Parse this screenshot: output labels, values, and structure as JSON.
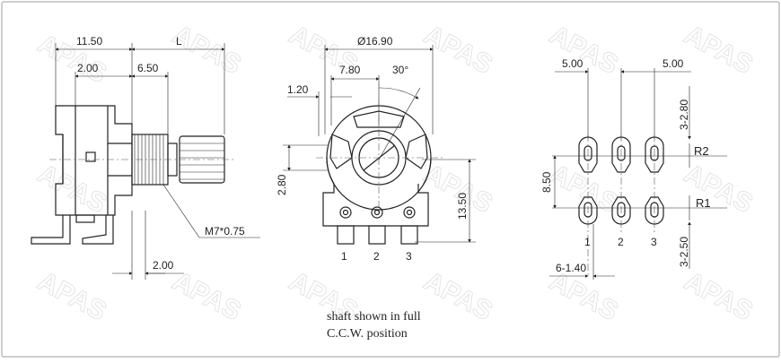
{
  "watermark": "APAS",
  "side_view": {
    "dim_total": "11.50",
    "dim_shaft": "L",
    "dim_left": "2.00",
    "dim_mid": "6.50",
    "thread_label": "M7*0.75",
    "dim_bottom": "2.00"
  },
  "front_view": {
    "dim_diameter": "Ø16.90",
    "dim_offset": "7.80",
    "dim_angle": "30°",
    "dim_lug": "1.20",
    "dim_left_height": "2.80",
    "dim_height": "13.50",
    "pin_labels": [
      "1",
      "2",
      "3"
    ]
  },
  "pcb_view": {
    "dim_pitch_left": "5.00",
    "dim_pitch_right": "5.00",
    "dim_row_gap": "8.50",
    "dim_top": "3-2.80",
    "dim_bottom": "3-2.50",
    "dim_pad": "6-1.40",
    "row_labels": [
      "R2",
      "R1"
    ],
    "pin_labels": [
      "1",
      "2",
      "3"
    ]
  },
  "caption": {
    "line1": "shaft shown in full",
    "line2": "C.C.W. position"
  }
}
